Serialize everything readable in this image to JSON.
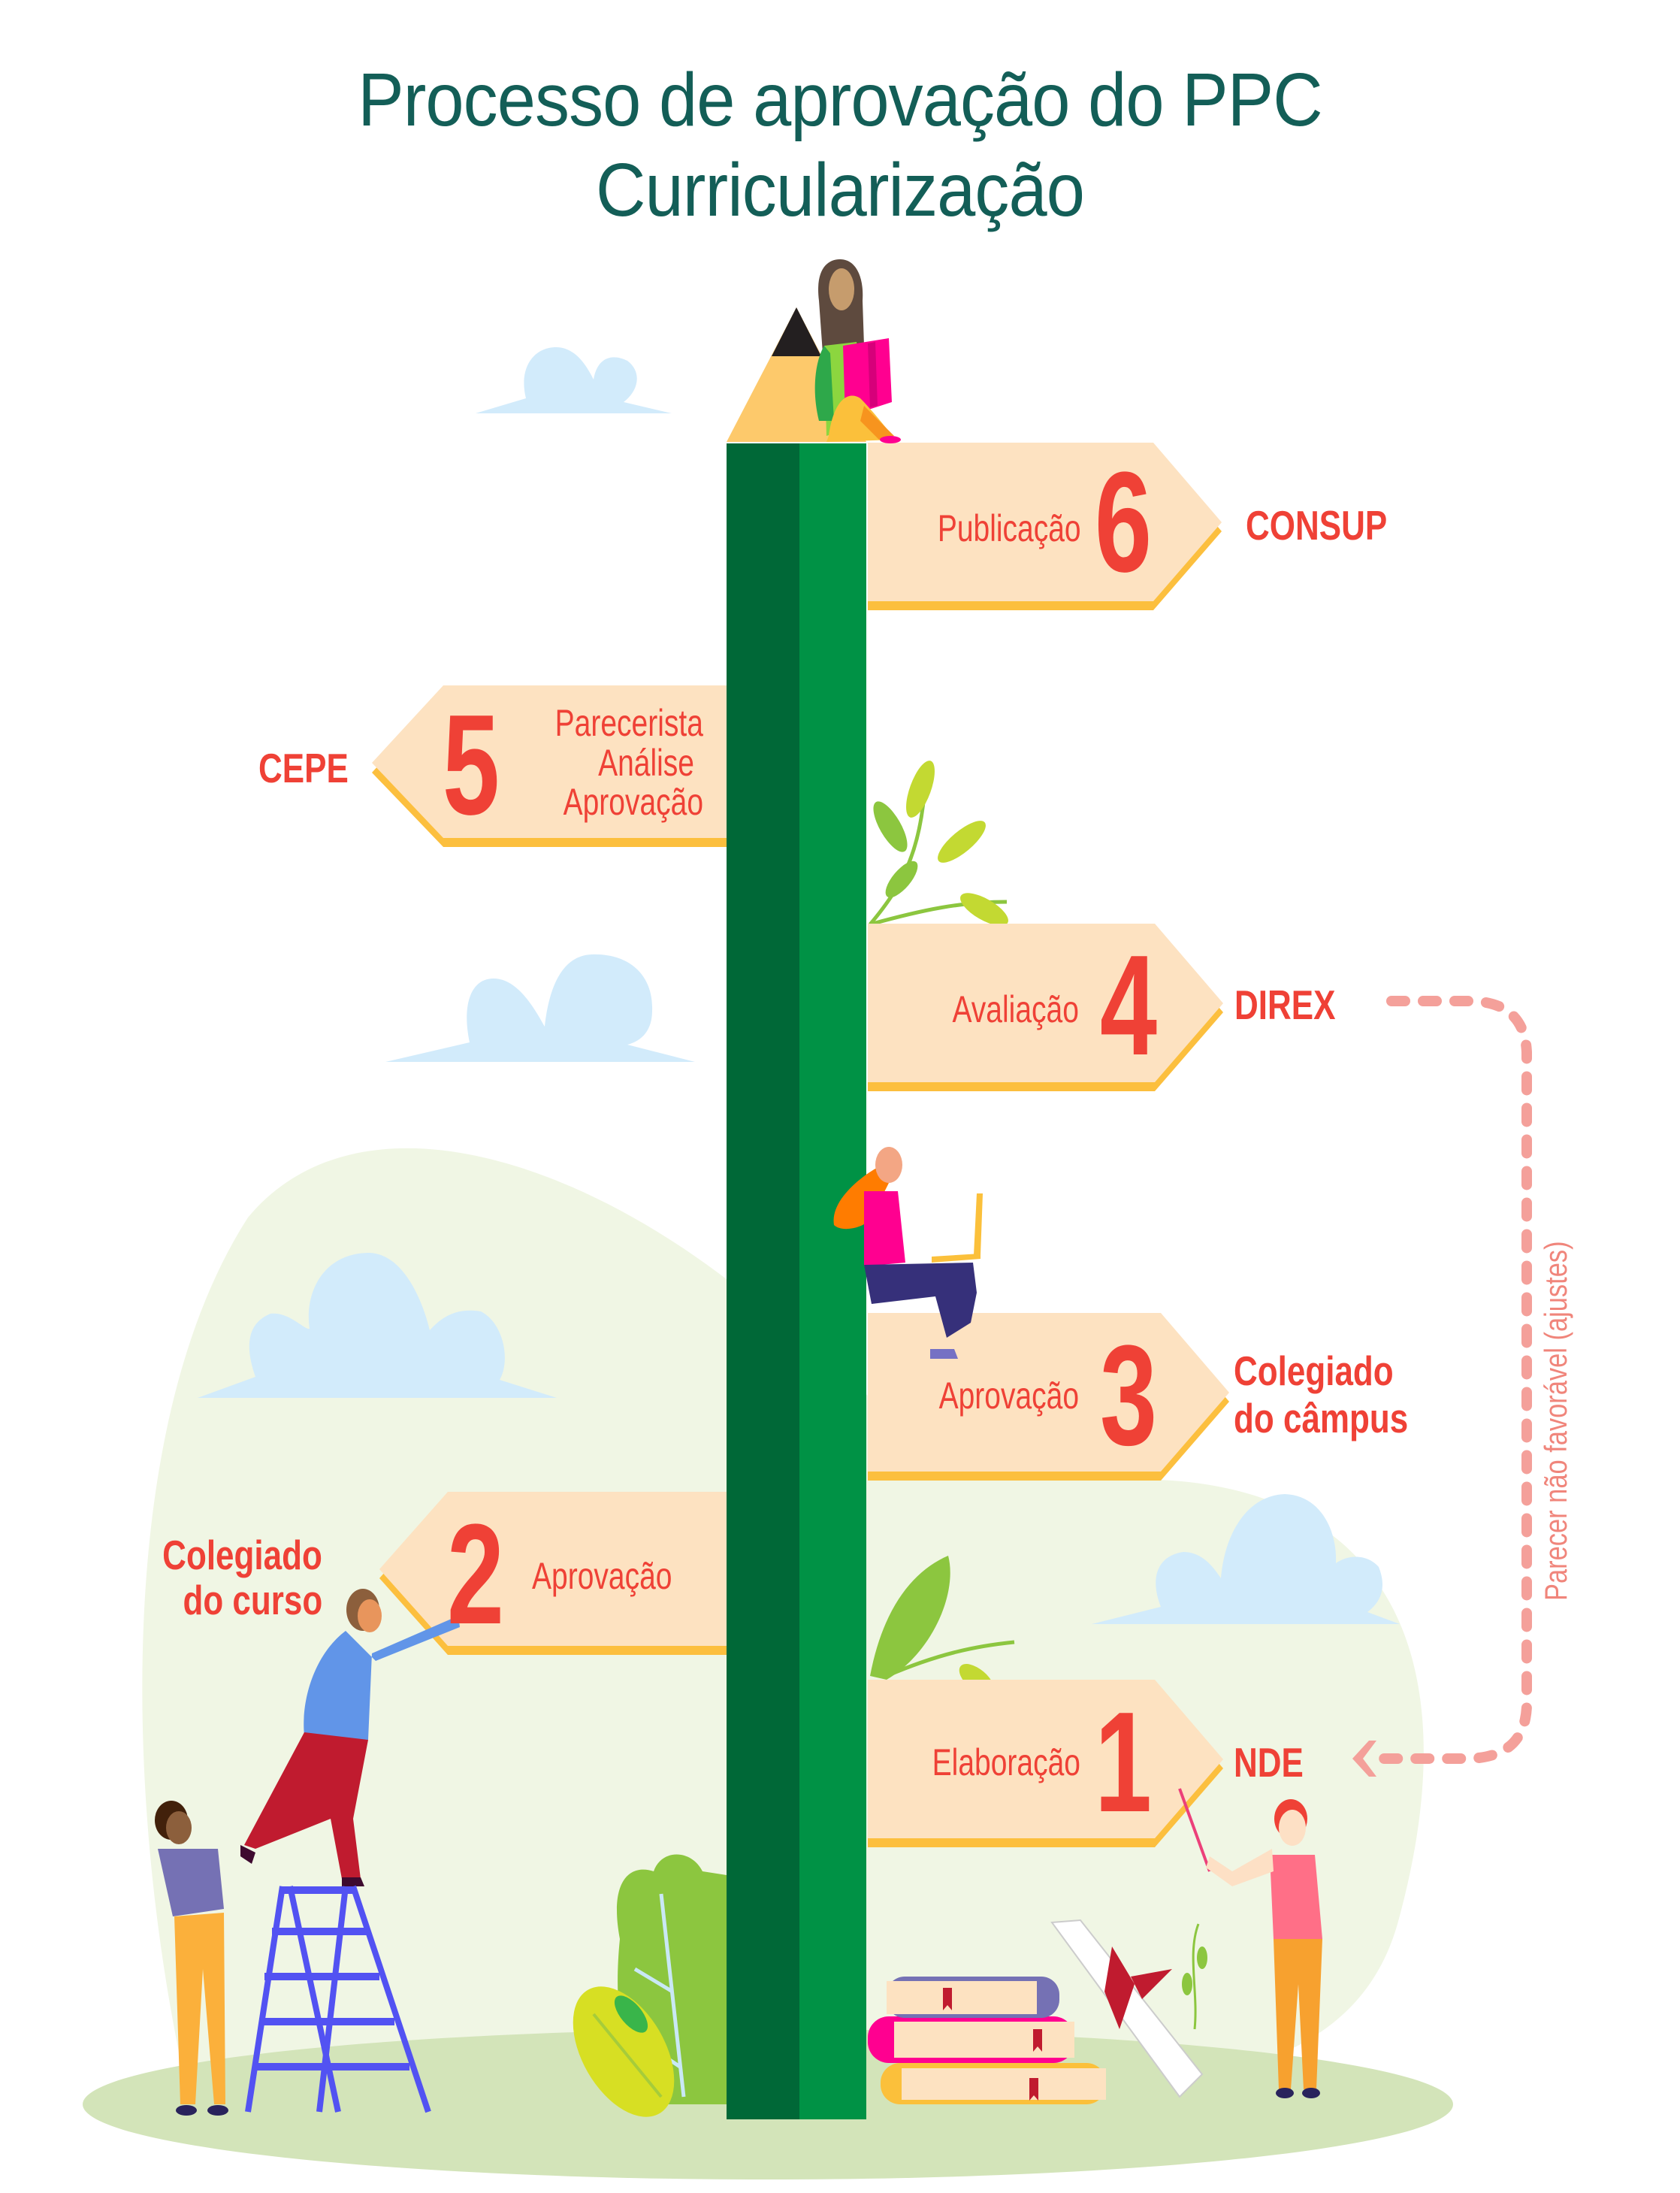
{
  "title": {
    "line1": "Processo de aprovação do PPC",
    "line2": "Curricularização"
  },
  "steps": [
    {
      "number": "1",
      "action": "Elaboração",
      "body": "NDE",
      "direction": "right"
    },
    {
      "number": "2",
      "action": "Aprovação",
      "body_line1": "Colegiado",
      "body_line2": "do curso",
      "direction": "left"
    },
    {
      "number": "3",
      "action": "Aprovação",
      "body_line1": "Colegiado",
      "body_line2": "do câmpus",
      "direction": "right"
    },
    {
      "number": "4",
      "action": "Avaliação",
      "body": "DIREX",
      "direction": "right"
    },
    {
      "number": "5",
      "action_line1": "Parecerista",
      "action_line2": "Análise",
      "action_line3": "Aprovação",
      "body": "CEPE",
      "direction": "left"
    },
    {
      "number": "6",
      "action": "Publicação",
      "body": "CONSUP",
      "direction": "right"
    }
  ],
  "feedback_loop": {
    "label": "Parecer não favorável (ajustes)",
    "from": "DIREX",
    "to": "NDE"
  },
  "colors": {
    "title": "#135e57",
    "text_red": "#ef4136",
    "sign_fill": "#fde2c1",
    "sign_shadow": "#fcbf3e",
    "pencil_dark": "#006837",
    "pencil_light": "#009245",
    "pencil_wood": "#fdc96b",
    "feedback": "#f4a09a"
  }
}
